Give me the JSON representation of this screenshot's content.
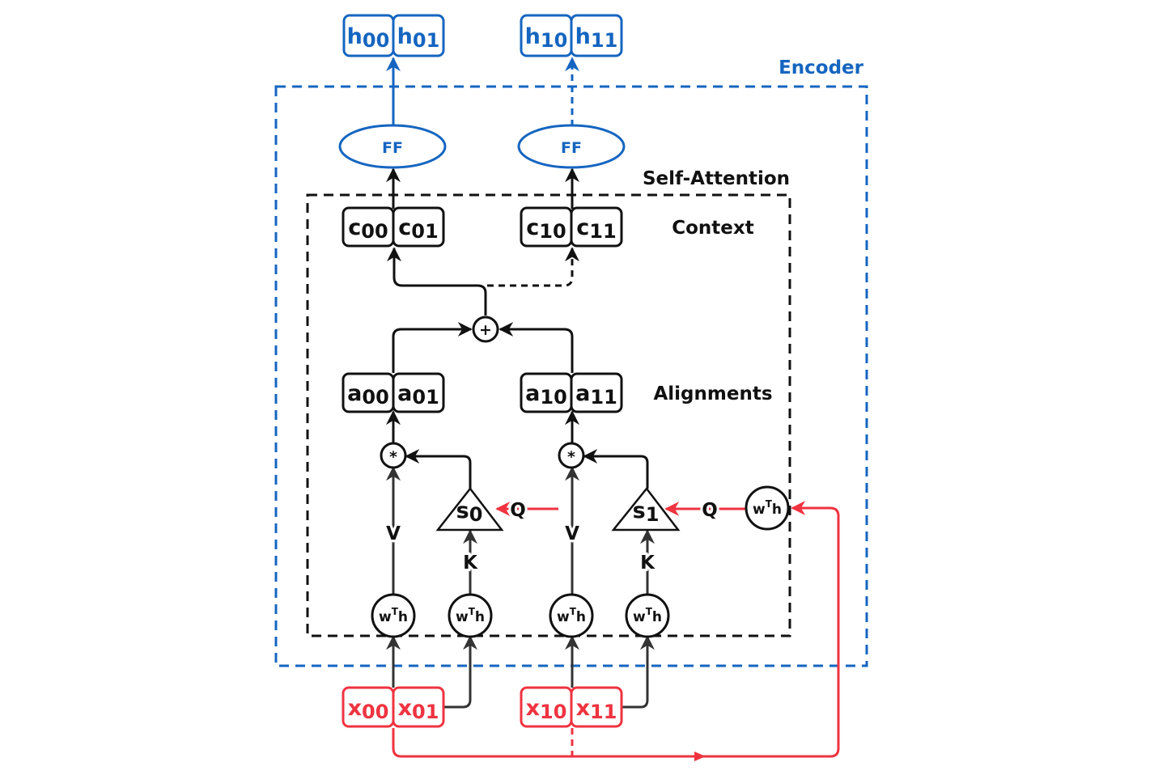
{
  "colors": {
    "encoder": "#1565c0",
    "attention": "#111111",
    "input": "#ef3340",
    "arrow_dark": "#333333"
  },
  "labels": {
    "encoder": "Encoder",
    "self_attention": "Self-Attention",
    "context": "Context",
    "alignments": "Alignments",
    "ff": "FF",
    "plus": "+",
    "star": "*",
    "V": "V",
    "K": "K",
    "Q": "Q"
  },
  "wth": {
    "w": "w",
    "T": "T",
    "h": "h"
  },
  "hidden": [
    {
      "base": "h",
      "sub": "00"
    },
    {
      "base": "h",
      "sub": "01"
    },
    {
      "base": "h",
      "sub": "10"
    },
    {
      "base": "h",
      "sub": "11"
    }
  ],
  "context": [
    {
      "base": "c",
      "sub": "00"
    },
    {
      "base": "c",
      "sub": "01"
    },
    {
      "base": "c",
      "sub": "10"
    },
    {
      "base": "c",
      "sub": "11"
    }
  ],
  "alignments": [
    {
      "base": "a",
      "sub": "00"
    },
    {
      "base": "a",
      "sub": "01"
    },
    {
      "base": "a",
      "sub": "10"
    },
    {
      "base": "a",
      "sub": "11"
    }
  ],
  "scores": [
    {
      "base": "s",
      "sub": "0"
    },
    {
      "base": "s",
      "sub": "1"
    }
  ],
  "inputs": [
    {
      "base": "x",
      "sub": "00"
    },
    {
      "base": "x",
      "sub": "01"
    },
    {
      "base": "x",
      "sub": "10"
    },
    {
      "base": "x",
      "sub": "11"
    }
  ]
}
